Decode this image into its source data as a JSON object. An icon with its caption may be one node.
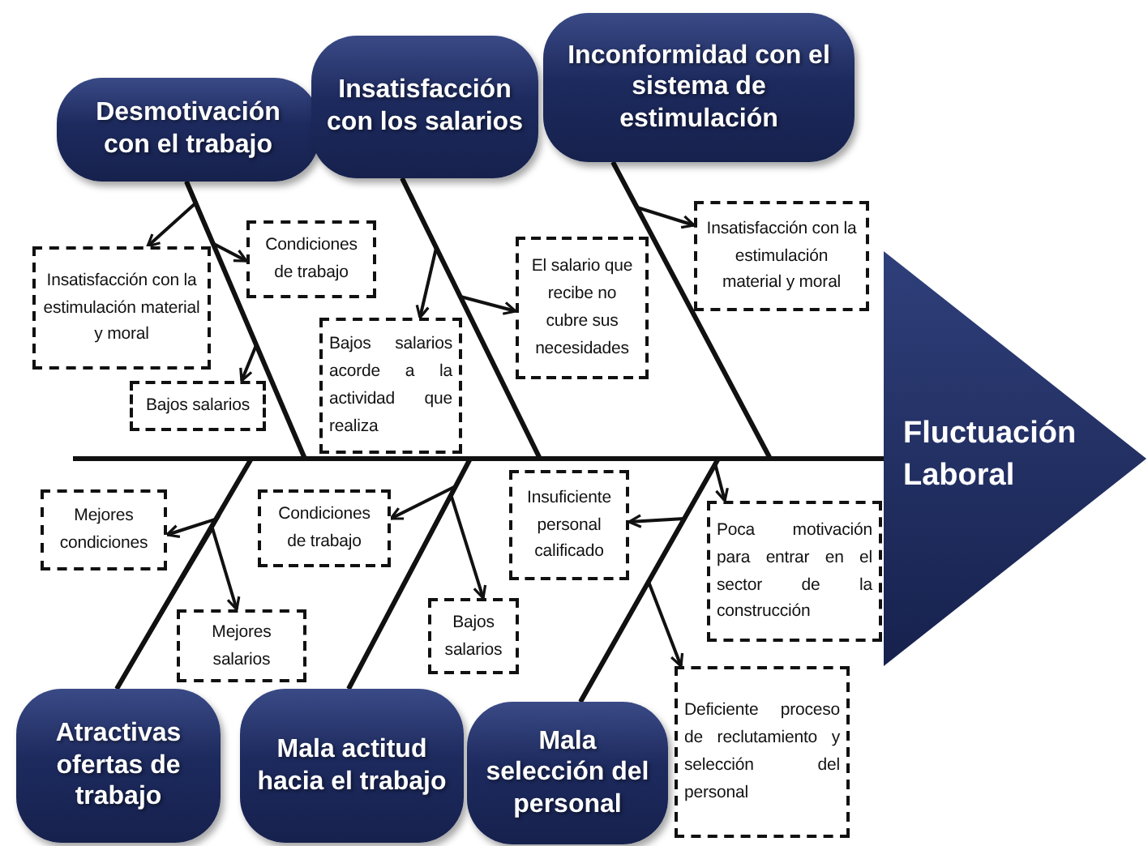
{
  "diagram": {
    "nodes": [
      {
        "text": [
          "Desmotivación con el trabajo"
        ]
      },
      {
        "text": [
          "Insatisfacción con los salarios"
        ]
      },
      {
        "text": [
          "Inconformidad con el sistema de estimulación"
        ]
      },
      {
        "text": [
          "Fluctuación Laboral"
        ]
      },
      {
        "text": [
          "Insatisfacción con la estimulación material y moral"
        ]
      },
      {
        "text": [
          "Condiciones de trabajo"
        ]
      },
      {
        "text": [
          "Bajos salarios"
        ]
      },
      {
        "text": [
          "Bajos salarios acorde a la actividad que realiza"
        ]
      },
      {
        "text": [
          "El salario que recibe no cubre sus necesidades"
        ]
      },
      {
        "text": [
          "Insatisfacción con la estimulación material y moral"
        ]
      },
      {
        "text": [
          "Mejores condiciones"
        ]
      },
      {
        "text": [
          "Condiciones de trabajo"
        ]
      },
      {
        "text": [
          "Insuficiente personal calificado"
        ]
      },
      {
        "text": [
          "Poca motivación para entrar en el sector de la construcción"
        ]
      },
      {
        "text": [
          "Mejores salarios"
        ]
      },
      {
        "text": [
          "Bajos salarios"
        ]
      },
      {
        "text": [
          "Deficiente proceso de reclutamiento y selección del personal"
        ]
      },
      {
        "text": [
          "Atractivas ofertas de trabajo"
        ]
      },
      {
        "text": [
          "Mala actitud hacia el trabajo"
        ]
      },
      {
        "text": [
          "Mala selección del personal"
        ]
      }
    ],
    "edges": [
      {
        "from": 0,
        "to": 3,
        "arrow": "none"
      },
      {
        "from": 1,
        "to": 3,
        "arrow": "none"
      },
      {
        "from": 2,
        "to": 3,
        "arrow": "none"
      },
      {
        "from": 17,
        "to": 3,
        "arrow": "none"
      },
      {
        "from": 18,
        "to": 3,
        "arrow": "none"
      },
      {
        "from": 19,
        "to": 3,
        "arrow": "none"
      },
      {
        "from": 0,
        "to": 4,
        "arrow": "to"
      },
      {
        "from": 0,
        "to": 5,
        "arrow": "to"
      },
      {
        "from": 0,
        "to": 6,
        "arrow": "to"
      },
      {
        "from": 1,
        "to": 7,
        "arrow": "to"
      },
      {
        "from": 1,
        "to": 8,
        "arrow": "to"
      },
      {
        "from": 2,
        "to": 9,
        "arrow": "to"
      },
      {
        "from": 17,
        "to": 10,
        "arrow": "to"
      },
      {
        "from": 17,
        "to": 14,
        "arrow": "to"
      },
      {
        "from": 18,
        "to": 11,
        "arrow": "to"
      },
      {
        "from": 18,
        "to": 15,
        "arrow": "to"
      },
      {
        "from": 19,
        "to": 12,
        "arrow": "to"
      },
      {
        "from": 19,
        "to": 13,
        "arrow": "to"
      },
      {
        "from": 19,
        "to": 16,
        "arrow": "to"
      }
    ]
  }
}
